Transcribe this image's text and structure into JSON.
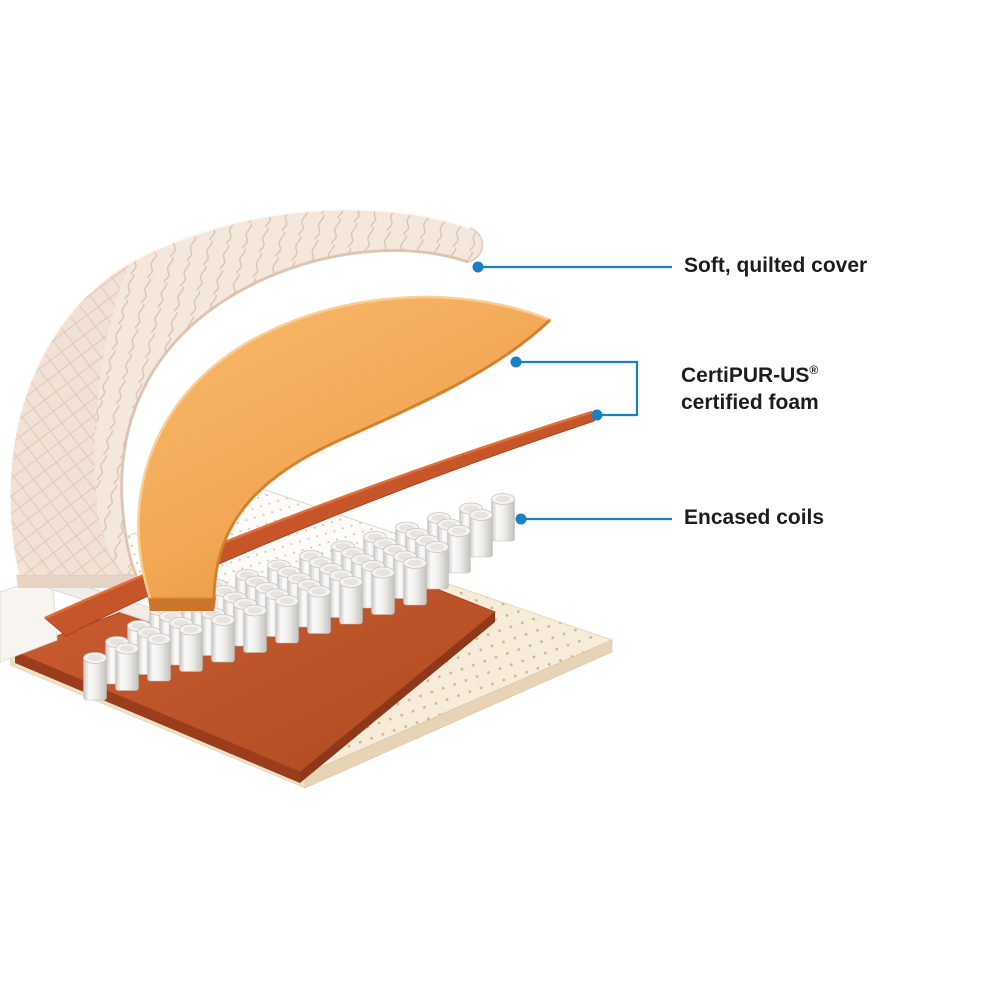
{
  "page": {
    "background": "#ffffff",
    "type": "product-layer-diagram",
    "subject": "mattress cutaway showing internal layers"
  },
  "callouts": {
    "accent_color": "#1b7fc4",
    "text_color": "#1d1d1b",
    "items": [
      {
        "id": "quilted-cover",
        "label": "Soft, quilted cover"
      },
      {
        "id": "certified-foam",
        "label_line1": "CertiPUR-US",
        "label_sup": "®",
        "label_line2": "certified foam"
      },
      {
        "id": "encased-coils",
        "label": "Encased coils"
      }
    ]
  },
  "illustration": {
    "name": "mattress-layer-cutaway",
    "layers": [
      {
        "id": "quilted-cover",
        "color": "#f4e8dd",
        "pattern": "quilt stitching"
      },
      {
        "id": "certipur-foam",
        "color": "#f2a855"
      },
      {
        "id": "transition-foam-sheet",
        "color": "#c6552a"
      },
      {
        "id": "perforated-comfort-layer",
        "color": "#fcfbf8",
        "pattern": "pin dots"
      },
      {
        "id": "encased-coils",
        "color": "#efeeea",
        "approx_count": 55
      },
      {
        "id": "support-base-layer",
        "color": "#bf5228"
      },
      {
        "id": "bottom-base-mat",
        "color": "#f7ecd9",
        "pattern": "pin dots"
      }
    ]
  }
}
